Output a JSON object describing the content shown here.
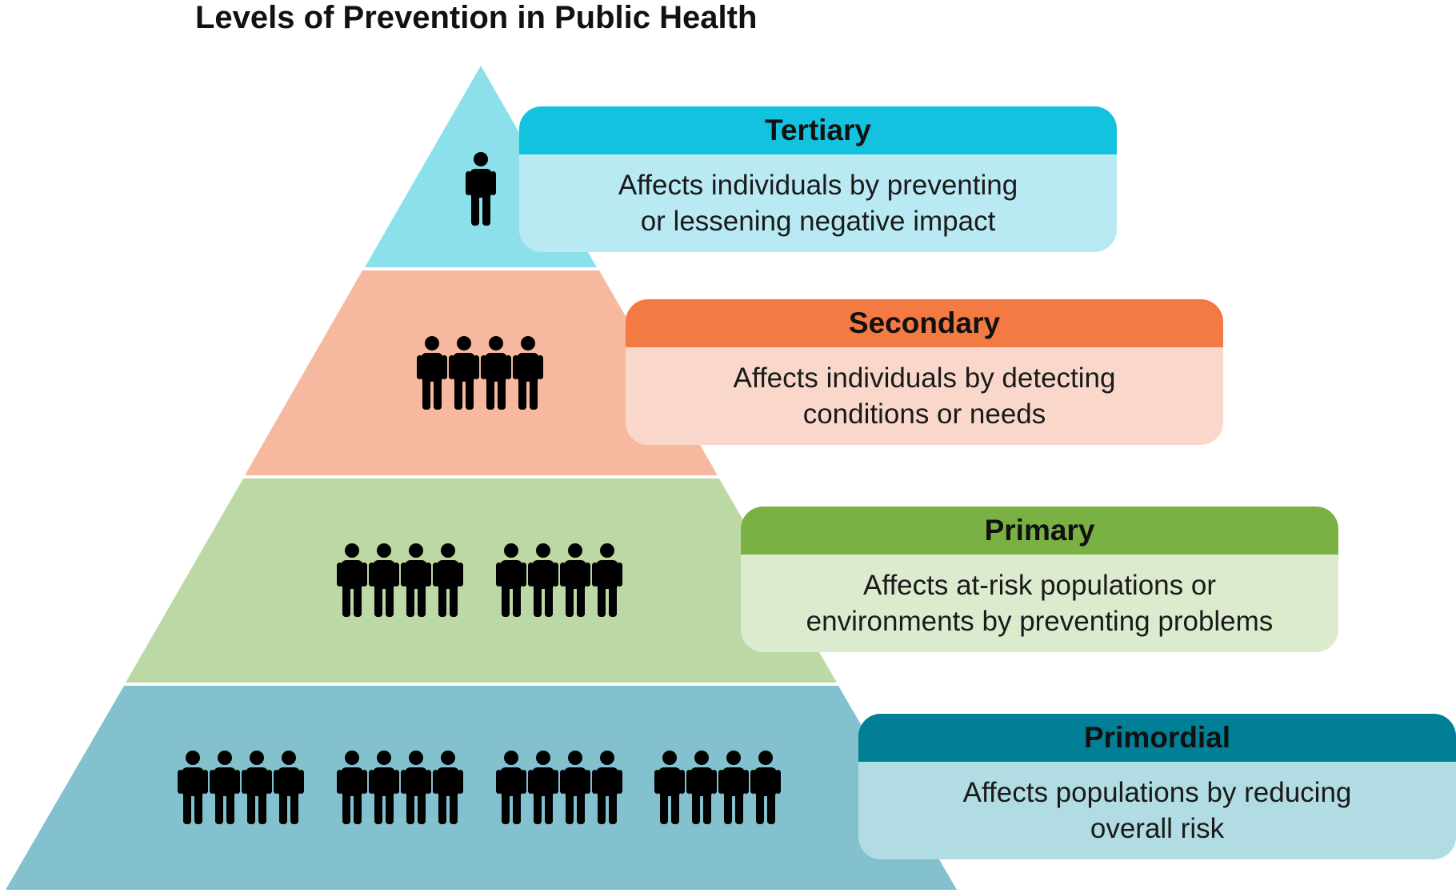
{
  "title": "Levels of Prevention in Public Health",
  "levels": [
    {
      "id": "tertiary",
      "name": "Tertiary",
      "description_lines": [
        "Affects individuals by preventing",
        "or lessening negative impact"
      ],
      "people_groups": 0,
      "people_single": 1,
      "colors": {
        "band": "#8CE0EC",
        "header": "#13C2DF",
        "body": "#B9EAF3"
      }
    },
    {
      "id": "secondary",
      "name": "Secondary",
      "description_lines": [
        "Affects individuals by detecting",
        "conditions or needs"
      ],
      "people_groups": 1,
      "colors": {
        "band": "#F6B9A0",
        "header": "#F47A44",
        "body": "#F9D8CB"
      }
    },
    {
      "id": "primary",
      "name": "Primary",
      "description_lines": [
        "Affects at-risk populations or",
        "environments by preventing problems"
      ],
      "people_groups": 2,
      "colors": {
        "band": "#BCD9A5",
        "header": "#7AB144",
        "body": "#DCEBCE"
      }
    },
    {
      "id": "primordial",
      "name": "Primordial",
      "description_lines": [
        "Affects populations by reducing",
        "overall risk"
      ],
      "people_groups": 4,
      "colors": {
        "band": "#83C1CE",
        "header": "#007F97",
        "body": "#B2DCE3"
      }
    }
  ],
  "icon": "person-icon",
  "icon_color": "#000000"
}
